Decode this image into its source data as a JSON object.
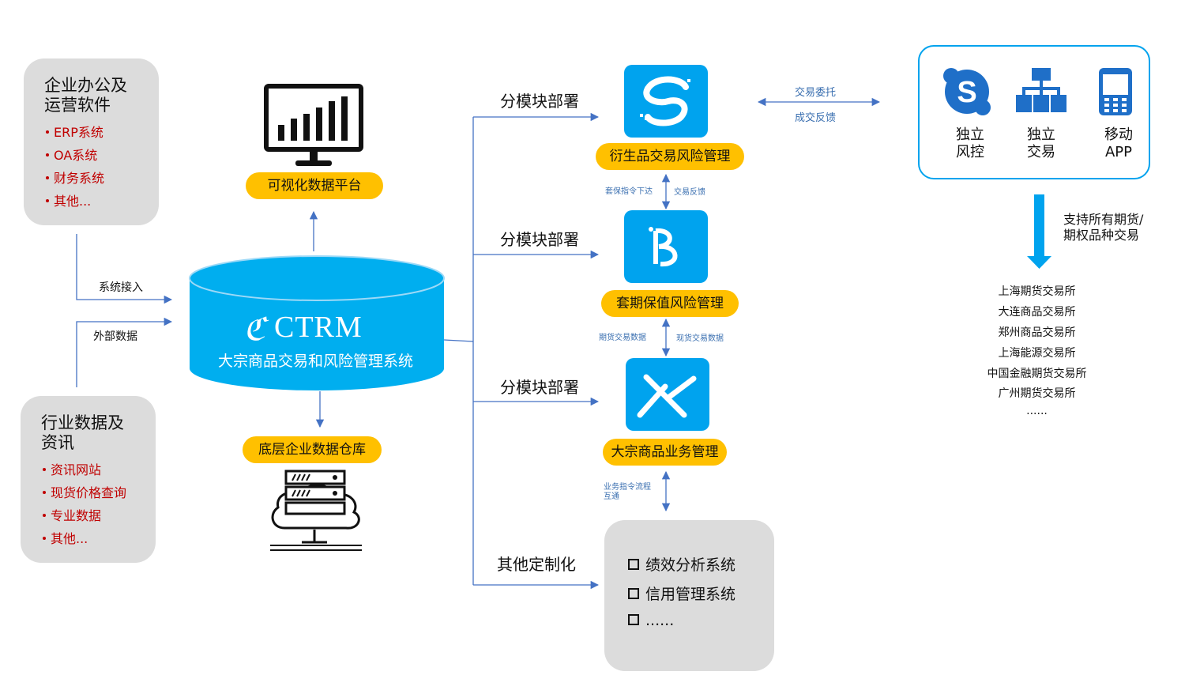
{
  "left_top_box": {
    "title_line1": "企业办公及",
    "title_line2": "运营软件",
    "items": [
      "ERP系统",
      "OA系统",
      "财务系统",
      "其他..."
    ]
  },
  "left_bottom_box": {
    "title_line1": "行业数据及",
    "title_line2": "资讯",
    "items": [
      "资讯网站",
      "现货价格查询",
      "专业数据",
      "其他..."
    ]
  },
  "arrows_left": {
    "system_access": "系统接入",
    "external_data": "外部数据"
  },
  "center": {
    "logo_text": "CTRM",
    "subtitle": "大宗商品交易和风险管理系统",
    "top_pill": "可视化数据平台",
    "bottom_pill": "底层企业数据仓库"
  },
  "modules": {
    "deploy_label": "分模块部署",
    "custom_label": "其他定制化",
    "m1": "衍生品交易风险管理",
    "m2": "套期保值风险管理",
    "m3": "大宗商品业务管理",
    "link_12_left": "套保指令下达",
    "link_12_right": "交易反馈",
    "link_23_left": "期货交易数据",
    "link_23_right": "现货交易数据",
    "link_3x_line1": "业务指令流程",
    "link_3x_line2": "互通"
  },
  "custom_box": {
    "items": [
      "绩效分析系统",
      "信用管理系统",
      "......"
    ]
  },
  "trade_link": {
    "top": "交易委托",
    "bottom": "成交反馈"
  },
  "app_box": {
    "apps": [
      {
        "icon": "skype-icon",
        "line1": "独立",
        "line2": "风控"
      },
      {
        "icon": "network-icon",
        "line1": "独立",
        "line2": "交易"
      },
      {
        "icon": "phone-icon",
        "line1": "移动",
        "line2": "APP"
      }
    ]
  },
  "support": {
    "line1": "支持所有期货/",
    "line2": "期权品种交易"
  },
  "exchanges": [
    "上海期货交易所",
    "大连商品交易所",
    "郑州商品交易所",
    "上海能源交易所",
    "中国金融期货交易所",
    "广州期货交易所",
    "......"
  ],
  "colors": {
    "accent_blue": "#00a3ee",
    "pill_yellow": "#ffc000",
    "red_text": "#c00000",
    "line_blue": "#4472c4"
  }
}
